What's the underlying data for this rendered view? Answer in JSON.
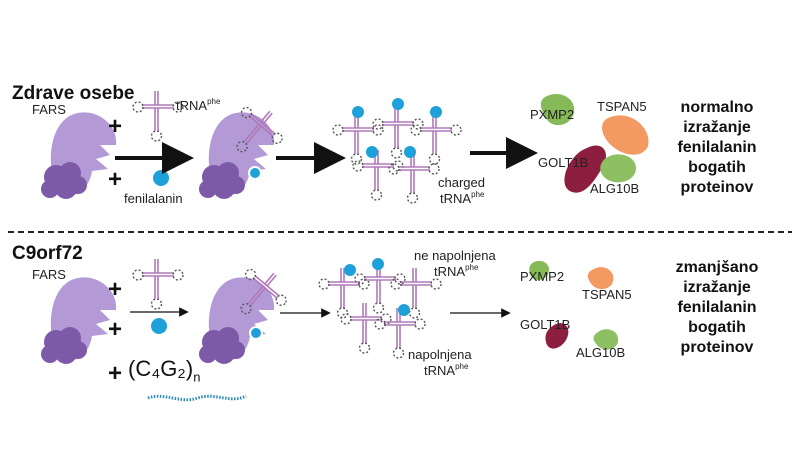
{
  "top": {
    "title": "Zdrave osebe",
    "fars": "FARS",
    "trna": "tRNA",
    "trna_sup": "phe",
    "aa": "fenilalanin",
    "charged": "charged",
    "charged_trna": "tRNA",
    "charged_sup": "phe",
    "proteins": [
      "PXMP2",
      "TSPAN5",
      "GOLT1B",
      "ALG10B"
    ],
    "result": [
      "normalno",
      "izražanje",
      "fenilalanin",
      "bogatih",
      "proteinov"
    ]
  },
  "bottom": {
    "title": "C9orf72",
    "fars": "FARS",
    "repeat": "(C₄G₂)",
    "repeat_sub": "n",
    "uncharged": "ne napolnjena",
    "uncharged_trna": "tRNA",
    "uncharged_sup": "phe",
    "charged": "napolnjena",
    "charged_trna": "tRNA",
    "charged_sup": "phe",
    "proteins": [
      "PXMP2",
      "TSPAN5",
      "GOLT1B",
      "ALG10B"
    ],
    "result": [
      "zmanjšano",
      "izražanje",
      "fenilalanin",
      "bogatih",
      "proteinov"
    ]
  },
  "colors": {
    "enzyme": "#b39ad6",
    "enzyme_dark": "#7d5aa7",
    "aa": "#1ea1d8",
    "trna": "#b07ab8",
    "pxmp2": "#86b957",
    "tspan5": "#f29a62",
    "golt1b": "#8c1f3f",
    "alg10b": "#8cc063"
  }
}
